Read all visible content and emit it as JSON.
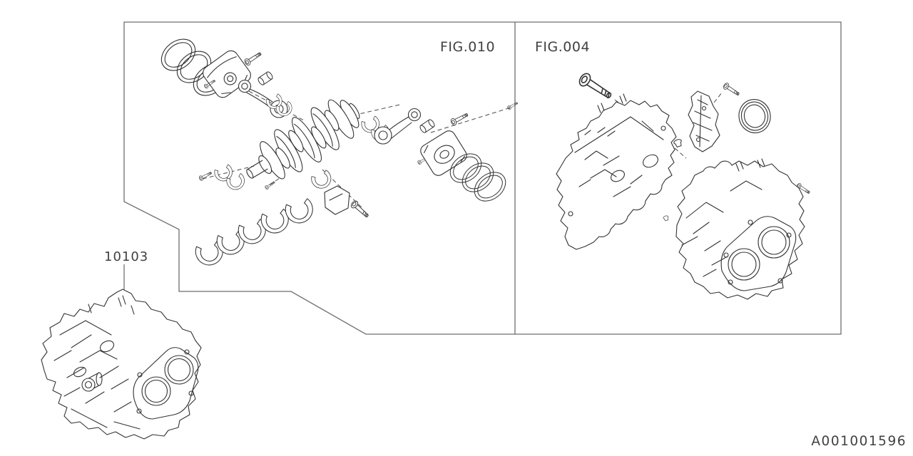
{
  "document": {
    "type": "parts-catalog-exploded-diagram",
    "code": "A001001596",
    "background_color": "#ffffff",
    "line_color": "#333333",
    "frame_color": "#6e6e6e",
    "text_color": "#414141"
  },
  "panels": [
    {
      "id": "fig010",
      "label": "FIG.010",
      "parts": [
        "piston-rings-left-set",
        "piston-left",
        "piston-pin-bolt",
        "piston-pin",
        "connecting-rod-left",
        "crankshaft",
        "connecting-rod-right",
        "piston-right",
        "piston-rings-right-set",
        "main-bearing-shells",
        "rod-bearing-shells",
        "bearing-cap",
        "bearing-cap-bolt"
      ]
    },
    {
      "id": "fig004",
      "label": "FIG.004",
      "parts": [
        "cylinder-block-left-half",
        "cylinder-block-right-half",
        "block-through-bolt",
        "oil-separator-cover",
        "cover-bolt",
        "crankshaft-oil-seal",
        "sealing-plugs"
      ]
    }
  ],
  "callout": {
    "part_number": "10103",
    "part": "short-block-engine-assembly"
  }
}
